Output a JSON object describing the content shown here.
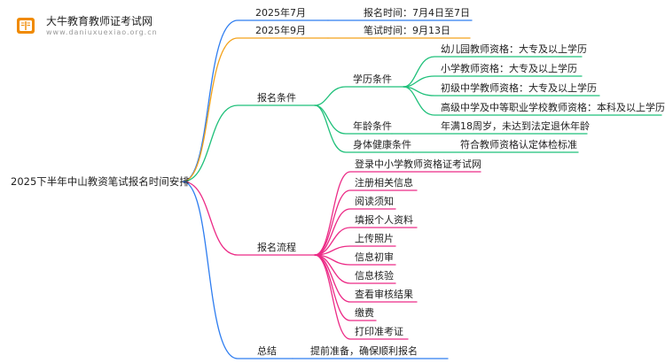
{
  "brand": {
    "name": "大牛教育教师证考试网",
    "url": "www.daniuxuexiao.org.cn"
  },
  "root": "2025下半年中山教资笔试报名时间安排",
  "branches": {
    "b1": {
      "label": "2025年7月",
      "leaf": "报名时间：7月4日至7日"
    },
    "b2": {
      "label": "2025年9月",
      "leaf": "笔试时间：9月13日"
    },
    "b3": {
      "label": "报名条件",
      "edu": {
        "label": "学历条件",
        "items": [
          "幼儿园教师资格：大专及以上学历",
          "小学教师资格：大专及以上学历",
          "初级中学教师资格：大专及以上学历",
          "高级中学及中等职业学校教师资格：本科及以上学历"
        ]
      },
      "age": {
        "label": "年龄条件",
        "leaf": "年满18周岁，未达到法定退休年龄"
      },
      "health": {
        "label": "身体健康条件",
        "leaf": "符合教师资格认定体检标准"
      }
    },
    "b4": {
      "label": "报名流程",
      "steps": [
        "登录中小学教师资格证考试网",
        "注册相关信息",
        "阅读须知",
        "填报个人资料",
        "上传照片",
        "信息初审",
        "信息核验",
        "查看审核结果",
        "缴费",
        "打印准考证"
      ]
    },
    "b5": {
      "label": "总结",
      "leaf": "提前准备，确保顺利报名"
    }
  },
  "colors": {
    "blue": "#2e7df0",
    "orange": "#f3a21a",
    "green": "#1fc07a",
    "pink": "#ec2a86",
    "logo": "#f08a00"
  }
}
